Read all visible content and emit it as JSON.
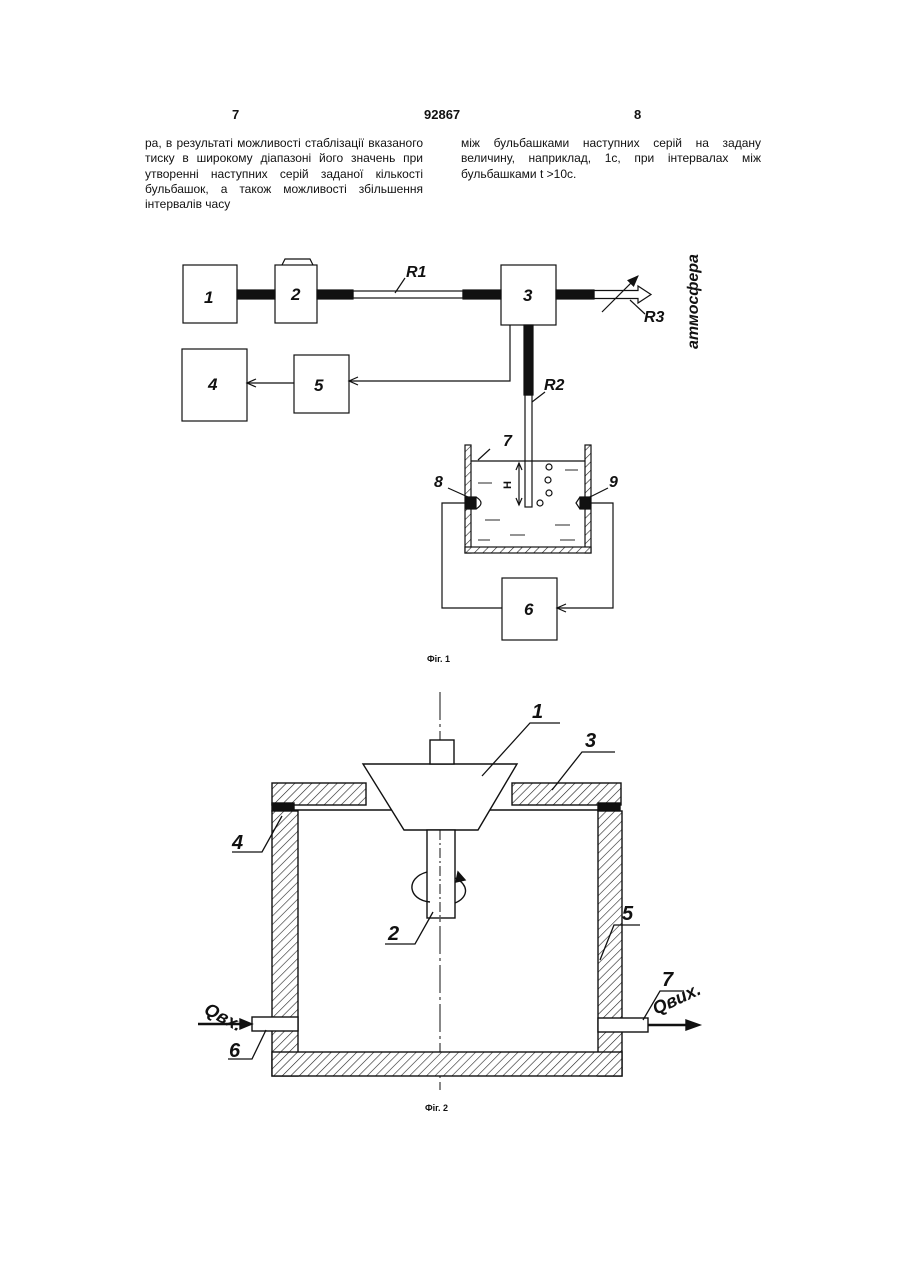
{
  "header": {
    "page_left": "7",
    "patent_number": "92867",
    "page_right": "8"
  },
  "text": {
    "left_column": "ра, в результаті можливості стаблізації вказаного тиску в широкому діапазоні його значень при утворенні наступних серій заданої кількості бульбашок, а також можливості збільшення інтервалів часу",
    "right_column": "між бульбашками наступних серій на задану величину, наприклад, 1с, при інтервалах між бульбашками t >10с."
  },
  "fig1": {
    "caption": "Фіг. 1",
    "blocks": [
      "1",
      "2",
      "3",
      "4",
      "5",
      "6"
    ],
    "resistors": [
      "R1",
      "R2",
      "R3"
    ],
    "outlet_label": "атмосфера",
    "labels": {
      "tank": "7",
      "sensor_left": "8",
      "sensor_right": "9",
      "depth": "H"
    }
  },
  "fig2": {
    "caption": "Фіг. 2",
    "labels": [
      "1",
      "3",
      "4",
      "2",
      "5",
      "7",
      "6"
    ],
    "inlet_label": "Qвх.",
    "outlet_label": "Qвих."
  }
}
